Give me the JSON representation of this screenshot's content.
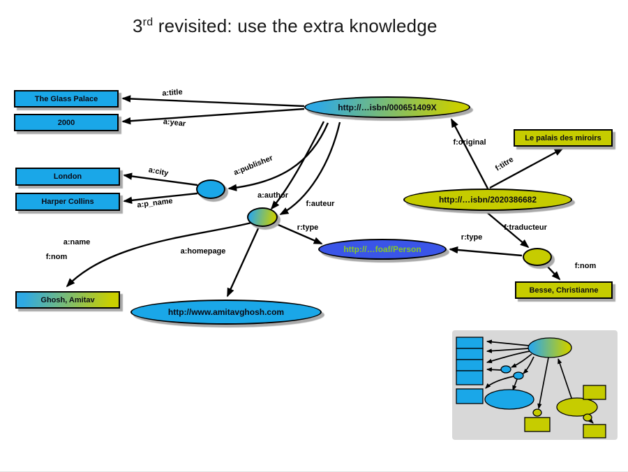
{
  "title": {
    "prefix": "3",
    "superscript": "rd",
    "rest": " revisited: use the extra knowledge"
  },
  "nodes": {
    "isbn_en": {
      "label": "http://…isbn/000651409X"
    },
    "isbn_fr": {
      "label": "http://…isbn/2020386682"
    },
    "person": {
      "label": "http://…foaf/Person"
    },
    "homepage": {
      "label": "http://www.amitavghosh.com"
    },
    "glass_palace": {
      "label": "The Glass Palace"
    },
    "year": {
      "label": "2000"
    },
    "london": {
      "label": "London"
    },
    "harper_collins": {
      "label": "Harper Collins"
    },
    "ghosh": {
      "label": "Ghosh, Amitav"
    },
    "palais": {
      "label": "Le palais des miroirs"
    },
    "besse": {
      "label": "Besse, Christianne"
    }
  },
  "edges": {
    "a_title": "a:title",
    "a_year": "a:year",
    "a_publisher": "a:publisher",
    "a_city": "a:city",
    "a_p_name": "a:p_name",
    "a_author": "a:author",
    "f_auteur": "f:auteur",
    "r_type_left": "r:type",
    "r_type_right": "r:type",
    "a_homepage": "a:homepage",
    "a_name": "a:name",
    "f_nom_left": "f:nom",
    "f_original": "f:original",
    "f_titre": "f:titre",
    "f_traducteur": "f:traducteur",
    "f_nom_right": "f:nom"
  },
  "colors": {
    "blue": "#1AA7E8",
    "yellow_green": "#C6CC00",
    "royal_blue": "#3A55E8",
    "person_text": "#86C929",
    "gradient_left": "#2FA9E3",
    "gradient_right": "#C9CF00",
    "inset_background": "#D8D8D8"
  }
}
